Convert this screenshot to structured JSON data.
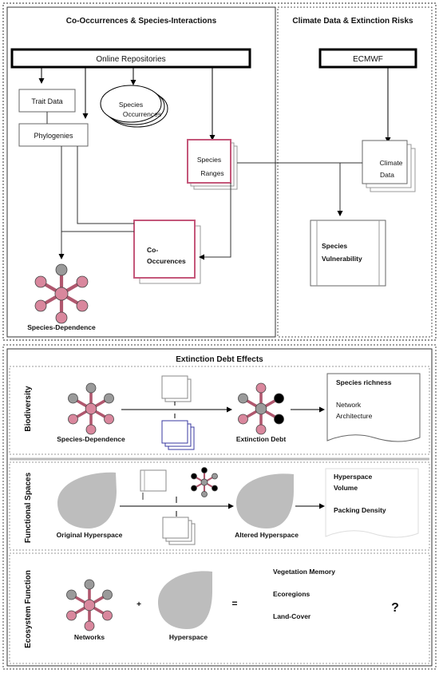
{
  "top_left": {
    "title": "Co-Occurrences & Species-Interactions",
    "online_repositories": "Online Repositories",
    "trait_data": "Trait Data",
    "species_occurrences": [
      "Species",
      "Occurrences"
    ],
    "phylogenies": "Phylogenies",
    "species_ranges": [
      "Species",
      "Ranges"
    ],
    "co_occurrences": [
      "Co-",
      "Occurences"
    ],
    "species_dependence": "Species-Dependence"
  },
  "top_right": {
    "title": "Climate Data & Extinction Risks",
    "ecmwf": "ECMWF",
    "climate_data": [
      "Climate",
      "Data"
    ],
    "species_vulnerability": [
      "Species",
      "Vulnerability"
    ]
  },
  "bottom": {
    "title": "Extinction Debt Effects",
    "biodiversity": {
      "side_label": "Biodiversity",
      "left_caption": "Species-Dependence",
      "right_caption": "Extinction Debt",
      "outcomes": [
        "Species richness",
        "Network",
        "Architecture"
      ]
    },
    "functional_spaces": {
      "side_label": "Functional Spaces",
      "left_caption": "Original Hyperspace",
      "right_caption": "Altered Hyperspace",
      "outcomes": [
        "Hyperspace",
        "Volume",
        "Packing Density"
      ]
    },
    "ecosystem_function": {
      "side_label": "Ecosystem Function",
      "left_caption": "Networks",
      "plus": "+",
      "middle_caption": "Hyperspace",
      "equals": "=",
      "outcomes": [
        "Vegetation Memory",
        "Ecoregions",
        "Land-Cover"
      ],
      "question": "?"
    }
  },
  "colors": {
    "pink": "#d9879d",
    "pink_dark": "#b0576e",
    "gray_node": "#9a9a9a",
    "black": "#000000",
    "blob_gray": "#bdbdbd"
  }
}
